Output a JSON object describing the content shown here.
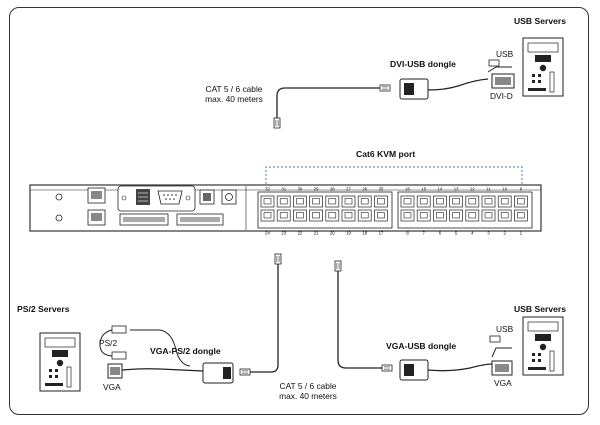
{
  "labels": {
    "usb_servers_top": "USB Servers",
    "dvi_usb_dongle": "DVI-USB dongle",
    "usb_top": "USB",
    "dvi_d": "DVI-D",
    "cat_cable_top_line1": "CAT 5 / 6 cable",
    "cat_cable_top_line2": "max. 40 meters",
    "cat6_kvm_port": "Cat6 KVM port",
    "ps2_servers": "PS/2 Servers",
    "ps2": "PS/2",
    "vga_left": "VGA",
    "vga_ps2_dongle": "VGA-PS/2 dongle",
    "cat_cable_bottom_line1": "CAT 5 / 6 cable",
    "cat_cable_bottom_line2": "max. 40 meters",
    "usb_servers_bottom": "USB Servers",
    "vga_usb_dongle": "VGA-USB dongle",
    "usb_bottom": "USB",
    "vga_right": "VGA"
  },
  "ports": {
    "top_left": [
      "32",
      "31",
      "30",
      "29",
      "28",
      "27",
      "26",
      "25"
    ],
    "top_right": [
      "16",
      "15",
      "14",
      "13",
      "12",
      "11",
      "10",
      "9"
    ],
    "bottom_left": [
      "24",
      "23",
      "22",
      "21",
      "20",
      "19",
      "18",
      "17"
    ],
    "bottom_right": [
      "8",
      "7",
      "6",
      "5",
      "4",
      "3",
      "2",
      "1"
    ]
  },
  "colors": {
    "line": "#222222",
    "dotted_bracket": "#3a7bd5",
    "device_fill": "#ffffff"
  }
}
